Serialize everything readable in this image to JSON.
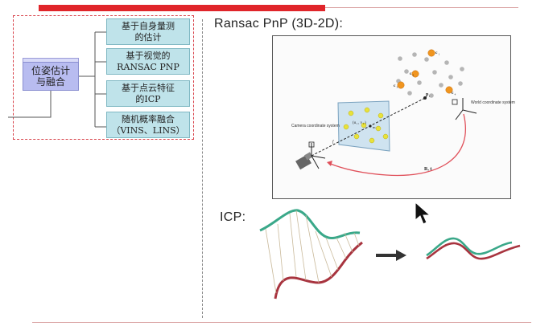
{
  "tree": {
    "root_label": "位姿估计\n与融合",
    "leaves": [
      "基于自身量测\n的估计",
      "基于视觉的\nRANSAC PNP",
      "基于点云特征\n的ICP",
      "随机概率融合\n（VINS、LINS）"
    ]
  },
  "ransac": {
    "heading": "Ransac PnP (3D-2D):",
    "labels": {
      "camera": "Camera coordinate system",
      "world": "World coordinate system",
      "pi": "p",
      "pi_sub": "i",
      "ui": "(u",
      "ui_sub": "i",
      "ui_rest": ", v",
      "ui_sub2": "i",
      "ui_end": ")",
      "rt": "R, t",
      "f": "f",
      "c1": "c",
      "c1_sub": "1",
      "c2": "c",
      "c2_sub": "2",
      "c3": "c",
      "c3_sub": "3",
      "c4": "c",
      "c4_sub": "4",
      "m": "m"
    }
  },
  "icp": {
    "heading": "ICP:"
  },
  "colors": {
    "accent_red": "#e0252a",
    "leaf_fill": "#bfe3ea",
    "root_fill": "#b8bcf0",
    "curve_green": "#3aa889",
    "curve_red": "#a8343f"
  }
}
